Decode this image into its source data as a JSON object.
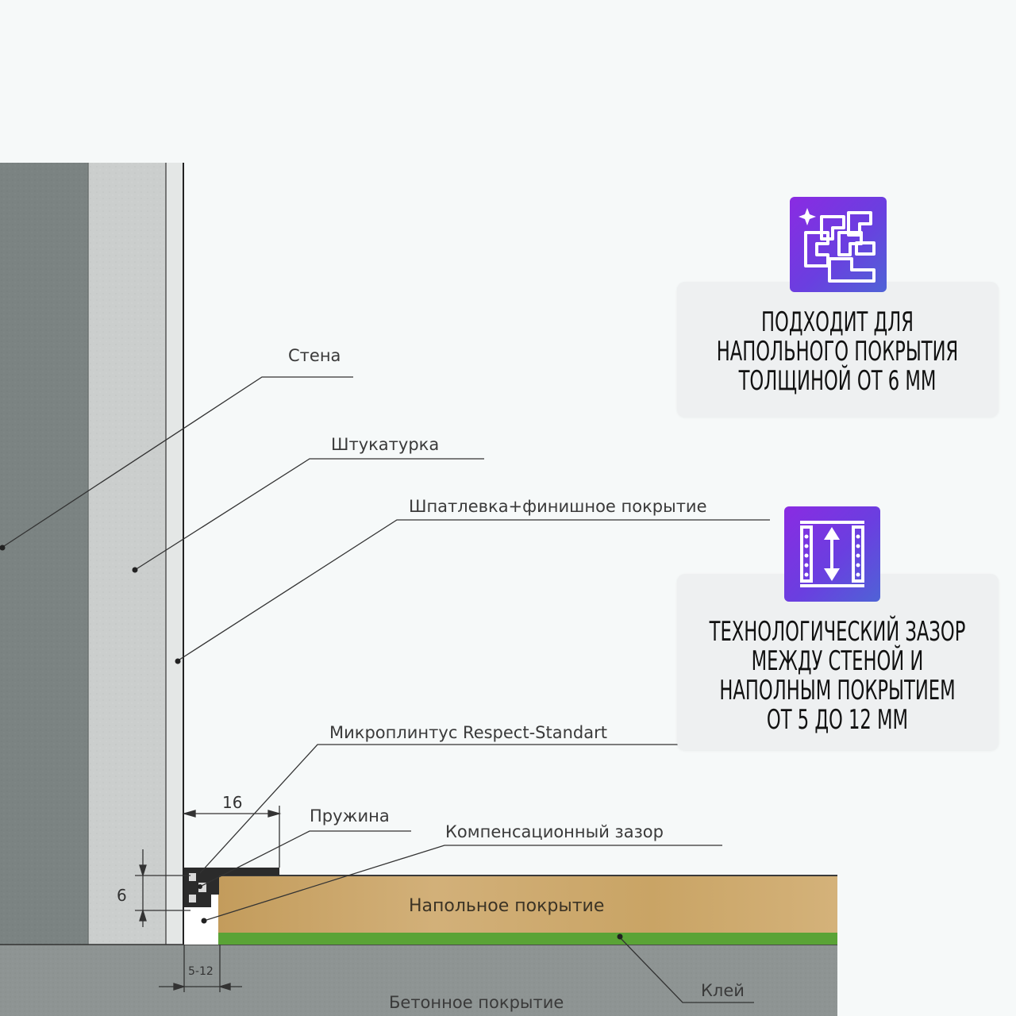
{
  "diagram": {
    "labels": {
      "wall": "Стена",
      "plaster": "Штукатурка",
      "putty": "Шпатлевка+финишное покрытие",
      "skirting": "Микроплинтус Respect-Standart",
      "spring": "Пружина",
      "gap": "Компенсационный зазор",
      "flooring": "Напольное покрытие",
      "concrete": "Бетонное покрытие",
      "glue": "Клей"
    },
    "dimensions": {
      "width": "16",
      "height": "6",
      "gap_range": "5-12"
    },
    "colors": {
      "wall": "#77807f",
      "plaster": "#c9cccb",
      "flooring": "#c9a56a",
      "glue": "#5aa336",
      "profile": "#2b2b2b",
      "line": "#333333"
    }
  },
  "features": [
    {
      "icon": "parquet-flooring-icon",
      "text_lines": [
        "Подходит для",
        "напольного покрытия",
        "толщиной от 6 мм"
      ]
    },
    {
      "icon": "gap-arrow-icon",
      "text_lines": [
        "Технологический зазор",
        "между стеной и",
        "наполным покрытием",
        "от 5 до 12 мм"
      ]
    }
  ],
  "accent_gradient": [
    "#8a2be2",
    "#4f63d6"
  ]
}
